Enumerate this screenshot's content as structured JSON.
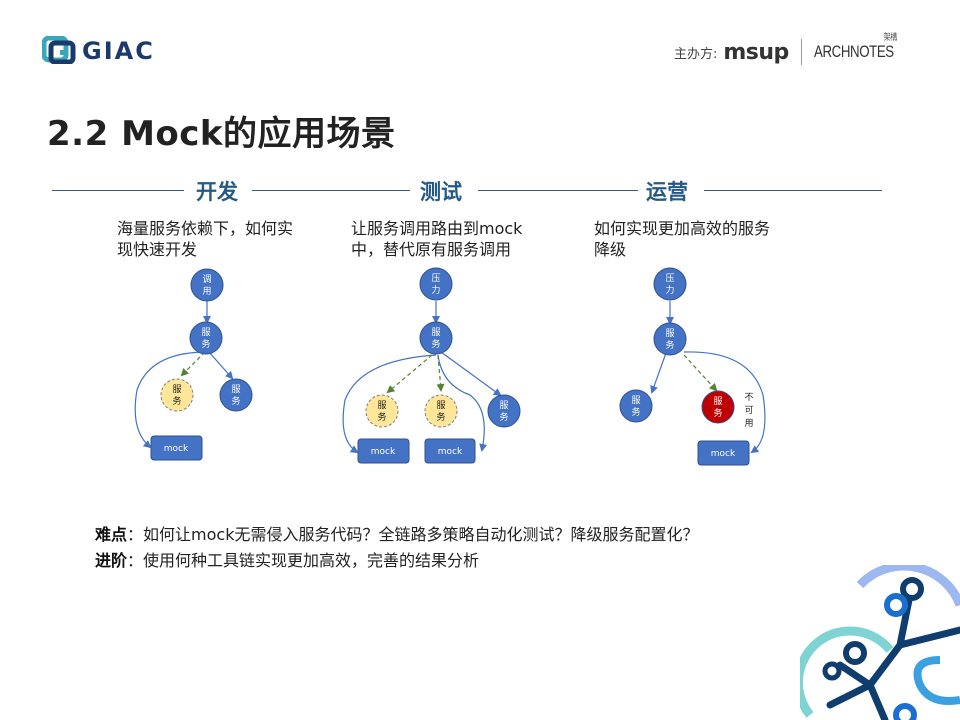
{
  "header": {
    "logo_text": "GIAC",
    "sponsor_label": "主办方:",
    "sponsor_brand": "msup",
    "partner_brand": "ARCHNOTES",
    "partner_cn": "架構"
  },
  "title": "2.2 Mock的应用场景",
  "sections": [
    {
      "heading": "开发",
      "desc_line1": "海量服务依赖下，如何实",
      "desc_line2": "现快速开发",
      "diagram": {
        "top": "调用",
        "mid": "服务",
        "mocked": [
          "服务"
        ],
        "normal": [
          "服务"
        ],
        "mocks": [
          "mock"
        ]
      }
    },
    {
      "heading": "测试",
      "desc_line1": "让服务调用路由到mock",
      "desc_line2": "中，替代原有服务调用",
      "diagram": {
        "top": "压力",
        "mid": "服务",
        "mocked": [
          "服务",
          "服务"
        ],
        "normal": [
          "服务"
        ],
        "mocks": [
          "mock",
          "mock"
        ]
      }
    },
    {
      "heading": "运营",
      "desc_line1": "如何实现更加高效的服务",
      "desc_line2": "降级",
      "diagram": {
        "top": "压力",
        "mid": "服务",
        "normal": [
          "服务"
        ],
        "failed": "服务",
        "failed_note": "不可用",
        "mocks": [
          "mock"
        ]
      }
    }
  ],
  "bottom": {
    "difficulty_label": "难点",
    "difficulty_text": "：如何让mock无需侵入服务代码？全链路多策略自动化测试？降级服务配置化？",
    "advanced_label": "进阶",
    "advanced_text": "：使用何种工具链实现更加高效，完善的结果分析"
  },
  "colors": {
    "node_blue": "#4472c4",
    "node_mock_fill": "#ffe699",
    "node_failed": "#c00000",
    "dashed_arrow": "#548235",
    "heading": "#245a86"
  }
}
